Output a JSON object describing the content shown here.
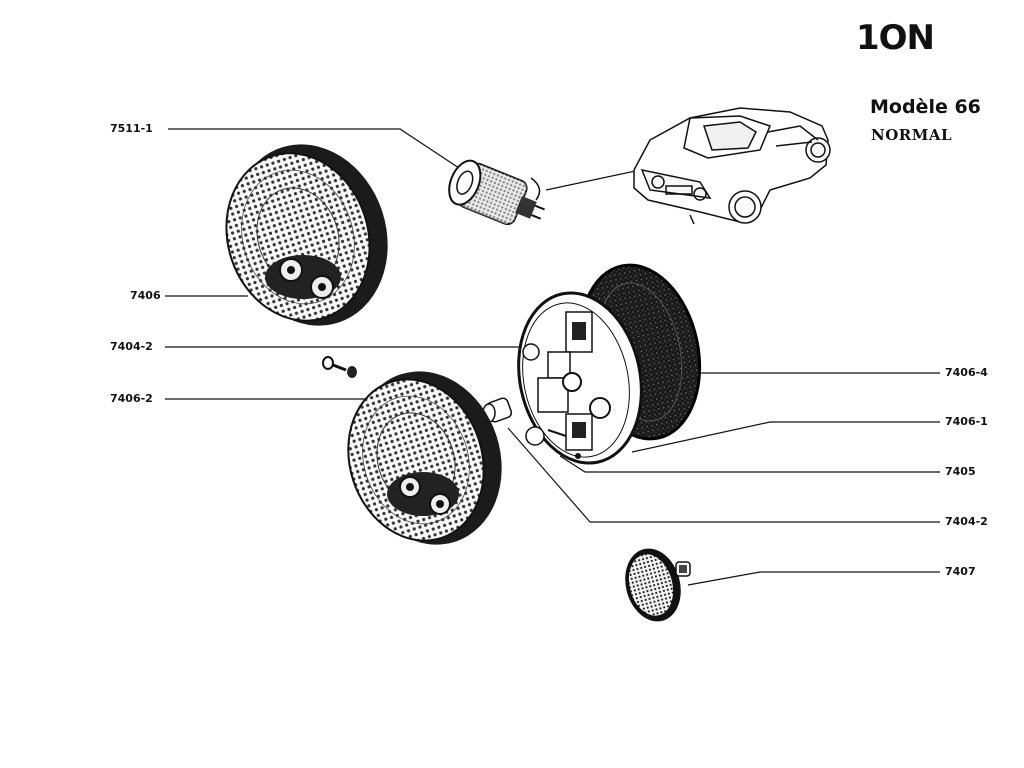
{
  "header": {
    "code": "1ON",
    "model": "Modèle 66",
    "variant": "NORMAL"
  },
  "callouts": {
    "bulb_top": "7511-1",
    "lens_top": "7406",
    "bulb_left": "7404-2",
    "lens_bottom": "7406-2",
    "gasket": "7406-4",
    "base_plate": "7406-1",
    "socket": "7405",
    "bulb_right": "7404-2",
    "reflector": "7407"
  },
  "icons": [
    "rear-lamp-lens-icon",
    "bulb-icon",
    "car-icon",
    "base-plate-icon",
    "gasket-icon",
    "reflector-icon",
    "screw-icon"
  ]
}
